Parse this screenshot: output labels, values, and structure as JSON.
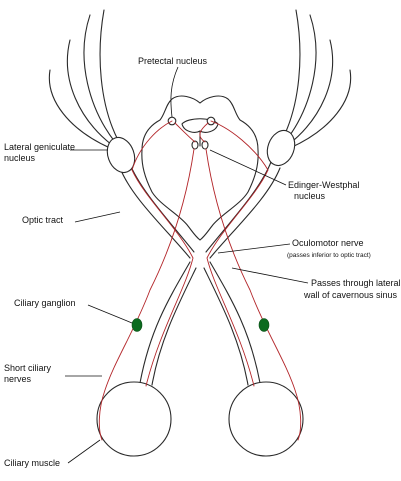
{
  "labels": {
    "pretectal": "Pretectal nucleus",
    "lgn_1": "Lateral geniculate",
    "lgn_2": "nucleus",
    "ew_1": "Edinger-Westphal",
    "ew_2": "nucleus",
    "optic_tract": "Optic tract",
    "oculomotor_1": "Oculomotor nerve",
    "oculomotor_2": "(passes inferior to optic tract)",
    "cavernous_1": "Passes through lateral",
    "cavernous_2": "wall of cavernous sinus",
    "ciliary_ganglion": "Ciliary ganglion",
    "short_ciliary_1": "Short ciliary",
    "short_ciliary_2": "nerves",
    "ciliary_muscle": "Ciliary muscle"
  },
  "colors": {
    "nerve_pathway": "#b3262a",
    "ganglion": "#0b6b1f",
    "outline": "#2a2a2a"
  }
}
